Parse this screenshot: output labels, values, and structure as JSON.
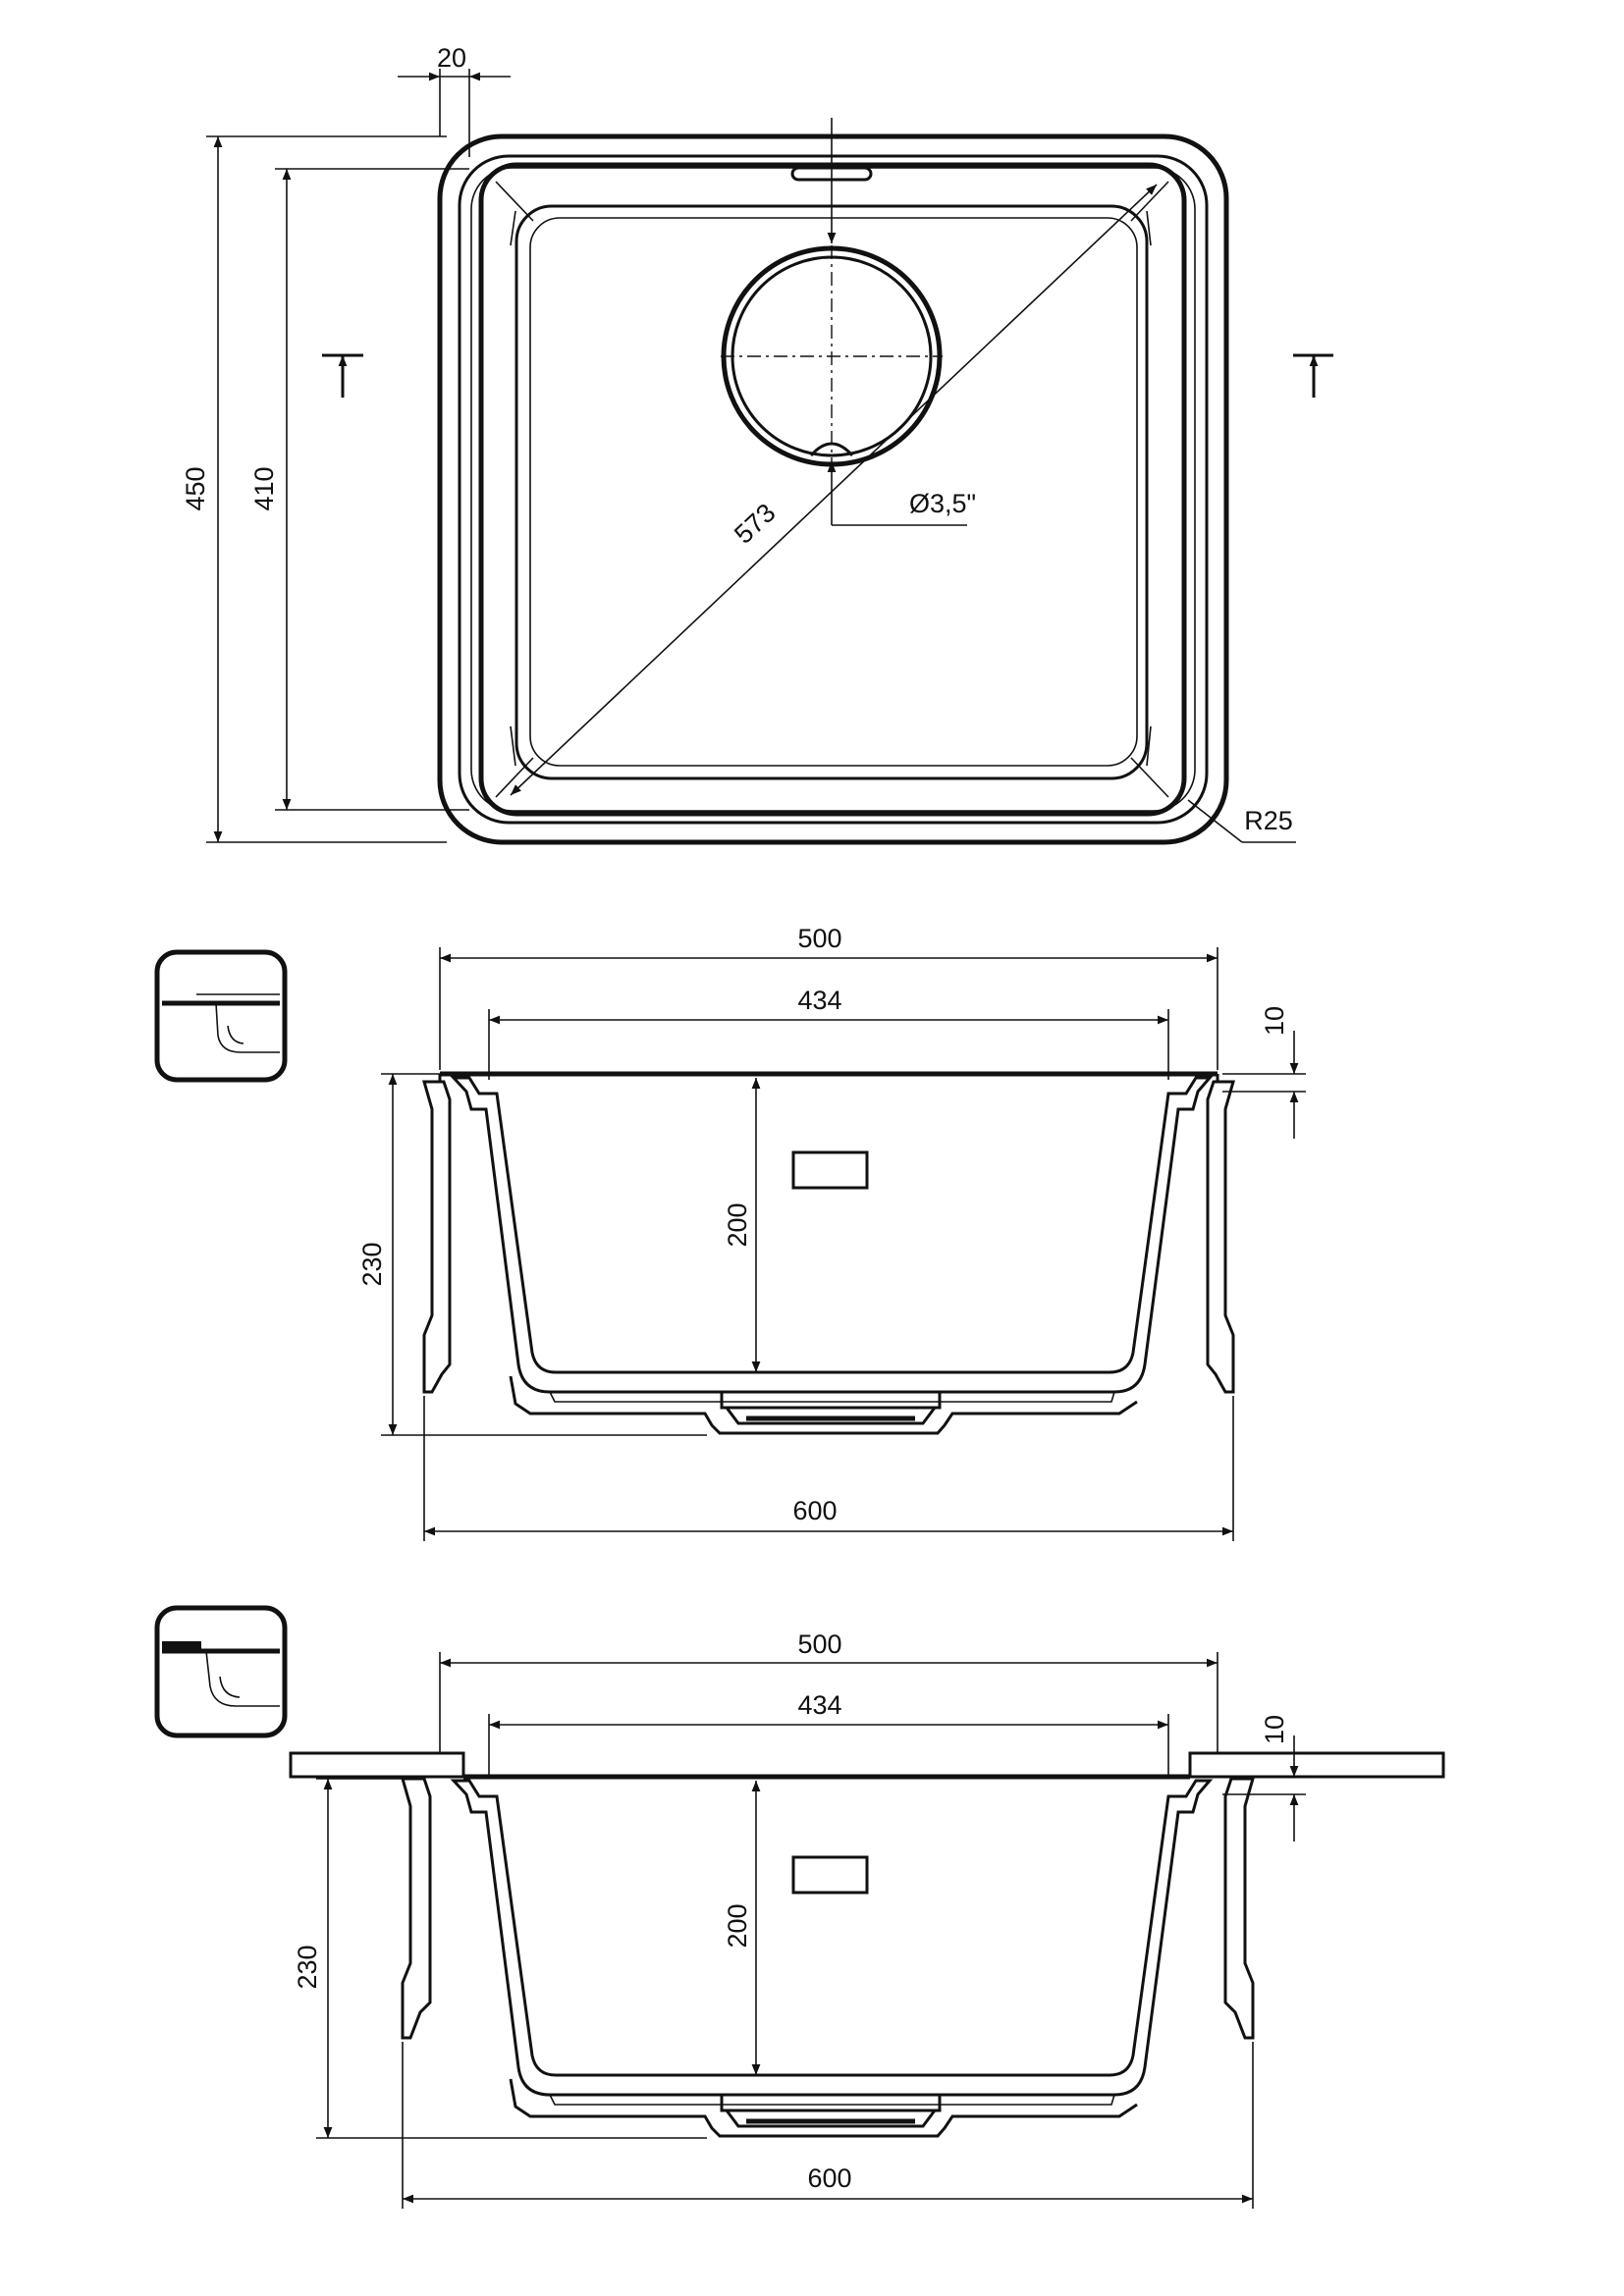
{
  "top_view": {
    "dim_rim": "20",
    "dim_outer_depth": "450",
    "dim_bowl_depth": "410",
    "dim_diagonal": "573",
    "dim_drain": "Ø3,5\"",
    "dim_radius": "R25"
  },
  "section_1": {
    "dim_outer_width": "500",
    "dim_bowl_width": "434",
    "dim_rim": "10",
    "dim_bowl_height": "200",
    "dim_total_height": "230",
    "dim_cabinet_width": "600"
  },
  "section_2": {
    "dim_outer_width": "500",
    "dim_bowl_width": "434",
    "dim_rim": "10",
    "dim_bowl_height": "200",
    "dim_total_height": "230",
    "dim_cabinet_width": "600"
  },
  "colors": {
    "line": "#111111",
    "background": "#ffffff"
  }
}
